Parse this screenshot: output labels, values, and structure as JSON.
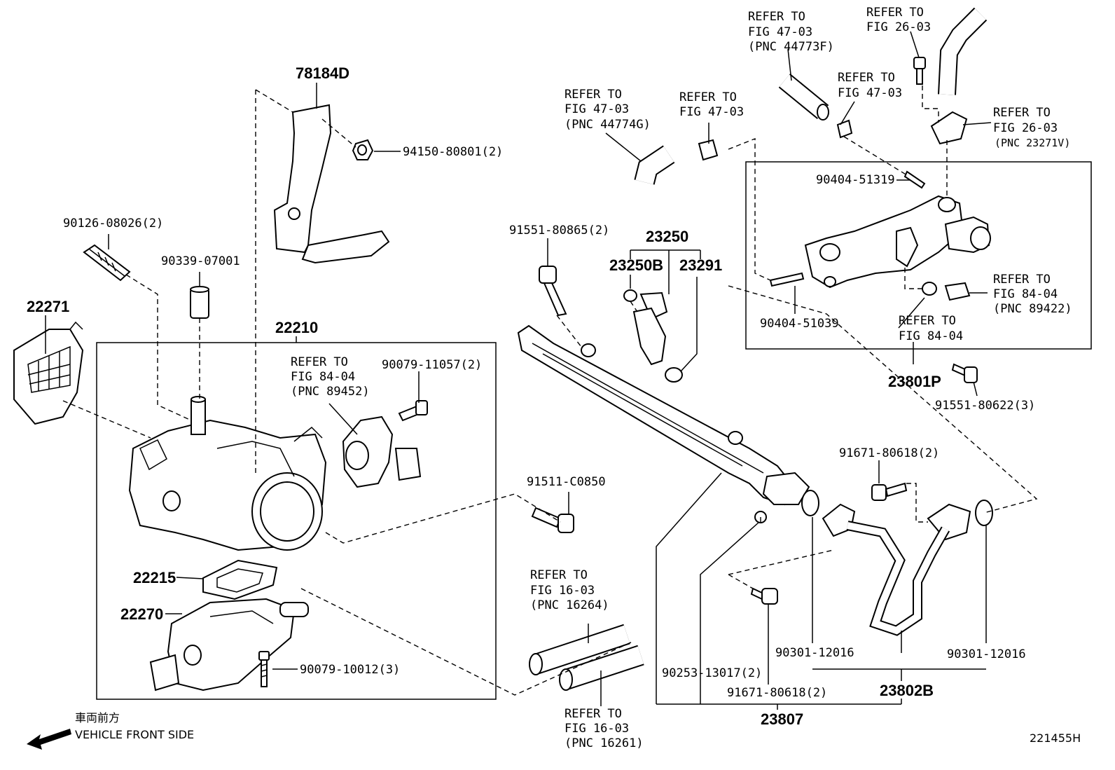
{
  "parts": {
    "p78184D": "78184D",
    "p94150": "94150-80801(2)",
    "p90126": "90126-08026(2)",
    "p90339": "90339-07001",
    "p22271": "22271",
    "p22210": "22210",
    "p90079_11057": "90079-11057(2)",
    "p22215": "22215",
    "p22270": "22270",
    "p90079_10012": "90079-10012(3)",
    "p91511": "91511-C0850",
    "p91551_80865": "91551-80865(2)",
    "p23250": "23250",
    "p23250B": "23250B",
    "p23291": "23291",
    "p90404_51319": "90404-51319",
    "p90404_51039": "90404-51039",
    "p23801P": "23801P",
    "p91551_80622": "91551-80622(3)",
    "p91671_top": "91671-80618(2)",
    "p91671_bot": "91671-80618(2)",
    "p90253": "90253-13017(2)",
    "p90301_left": "90301-12016",
    "p90301_right": "90301-12016",
    "p23802B": "23802B",
    "p23807": "23807",
    "code": "221455H"
  },
  "refs": {
    "r1": [
      "REFER TO",
      "FIG 47-03",
      "(PNC 44773F)"
    ],
    "r2": [
      "REFER TO",
      "FIG 26-03"
    ],
    "r3": [
      "REFER TO",
      "FIG 47-03"
    ],
    "r4": [
      "REFER TO",
      "FIG 47-03",
      "(PNC 44774G)"
    ],
    "r5": [
      "REFER TO",
      "FIG 47-03"
    ],
    "r6": [
      "REFER TO",
      "FIG 26-03",
      "(PNC 23271V)"
    ],
    "r7": [
      "REFER TO",
      "FIG 84-04",
      "(PNC 89422)"
    ],
    "r8": [
      "REFER TO",
      "FIG 84-04"
    ],
    "r9": [
      "REFER TO",
      "FIG 84-04",
      "(PNC 89452)"
    ],
    "r10": [
      "REFER TO",
      "FIG 16-03",
      "(PNC 16264)"
    ],
    "r11": [
      "REFER TO",
      "FIG 16-03",
      "(PNC 16261)"
    ]
  },
  "front": {
    "jp": "車両前方",
    "en": "VEHICLE FRONT SIDE"
  }
}
